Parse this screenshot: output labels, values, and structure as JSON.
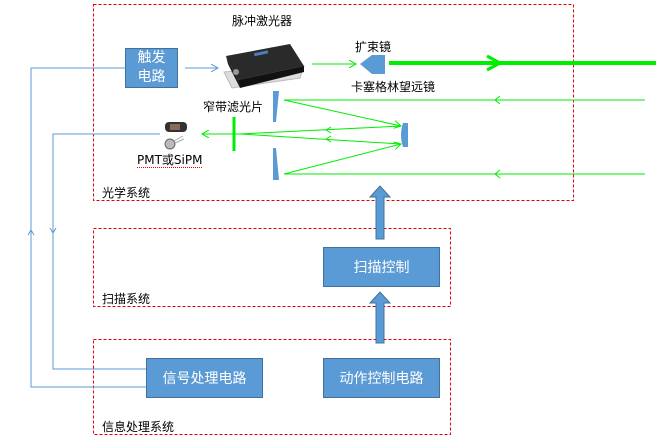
{
  "systems": {
    "optical": {
      "label": "光学系统"
    },
    "scanning": {
      "label": "扫描系统"
    },
    "info": {
      "label": "信息处理系统"
    }
  },
  "components": {
    "trigger": {
      "line1": "触发",
      "line2": "电路"
    },
    "laser": {
      "label": "脉冲激光器"
    },
    "expander": {
      "label": "扩束镜"
    },
    "telescope": {
      "label": "卡塞格林望远镜"
    },
    "filter": {
      "label": "窄带滤光片"
    },
    "detector": {
      "label": "PMT或SiPM"
    },
    "scan_control": {
      "label": "扫描控制"
    },
    "signal_proc": {
      "label": "信号处理电路"
    },
    "motion_control": {
      "label": "动作控制电路"
    }
  },
  "colors": {
    "beam": "#00ee00",
    "block": "#5b9bd5",
    "wire": "#5b9bd5",
    "boundary": "#e00000"
  }
}
